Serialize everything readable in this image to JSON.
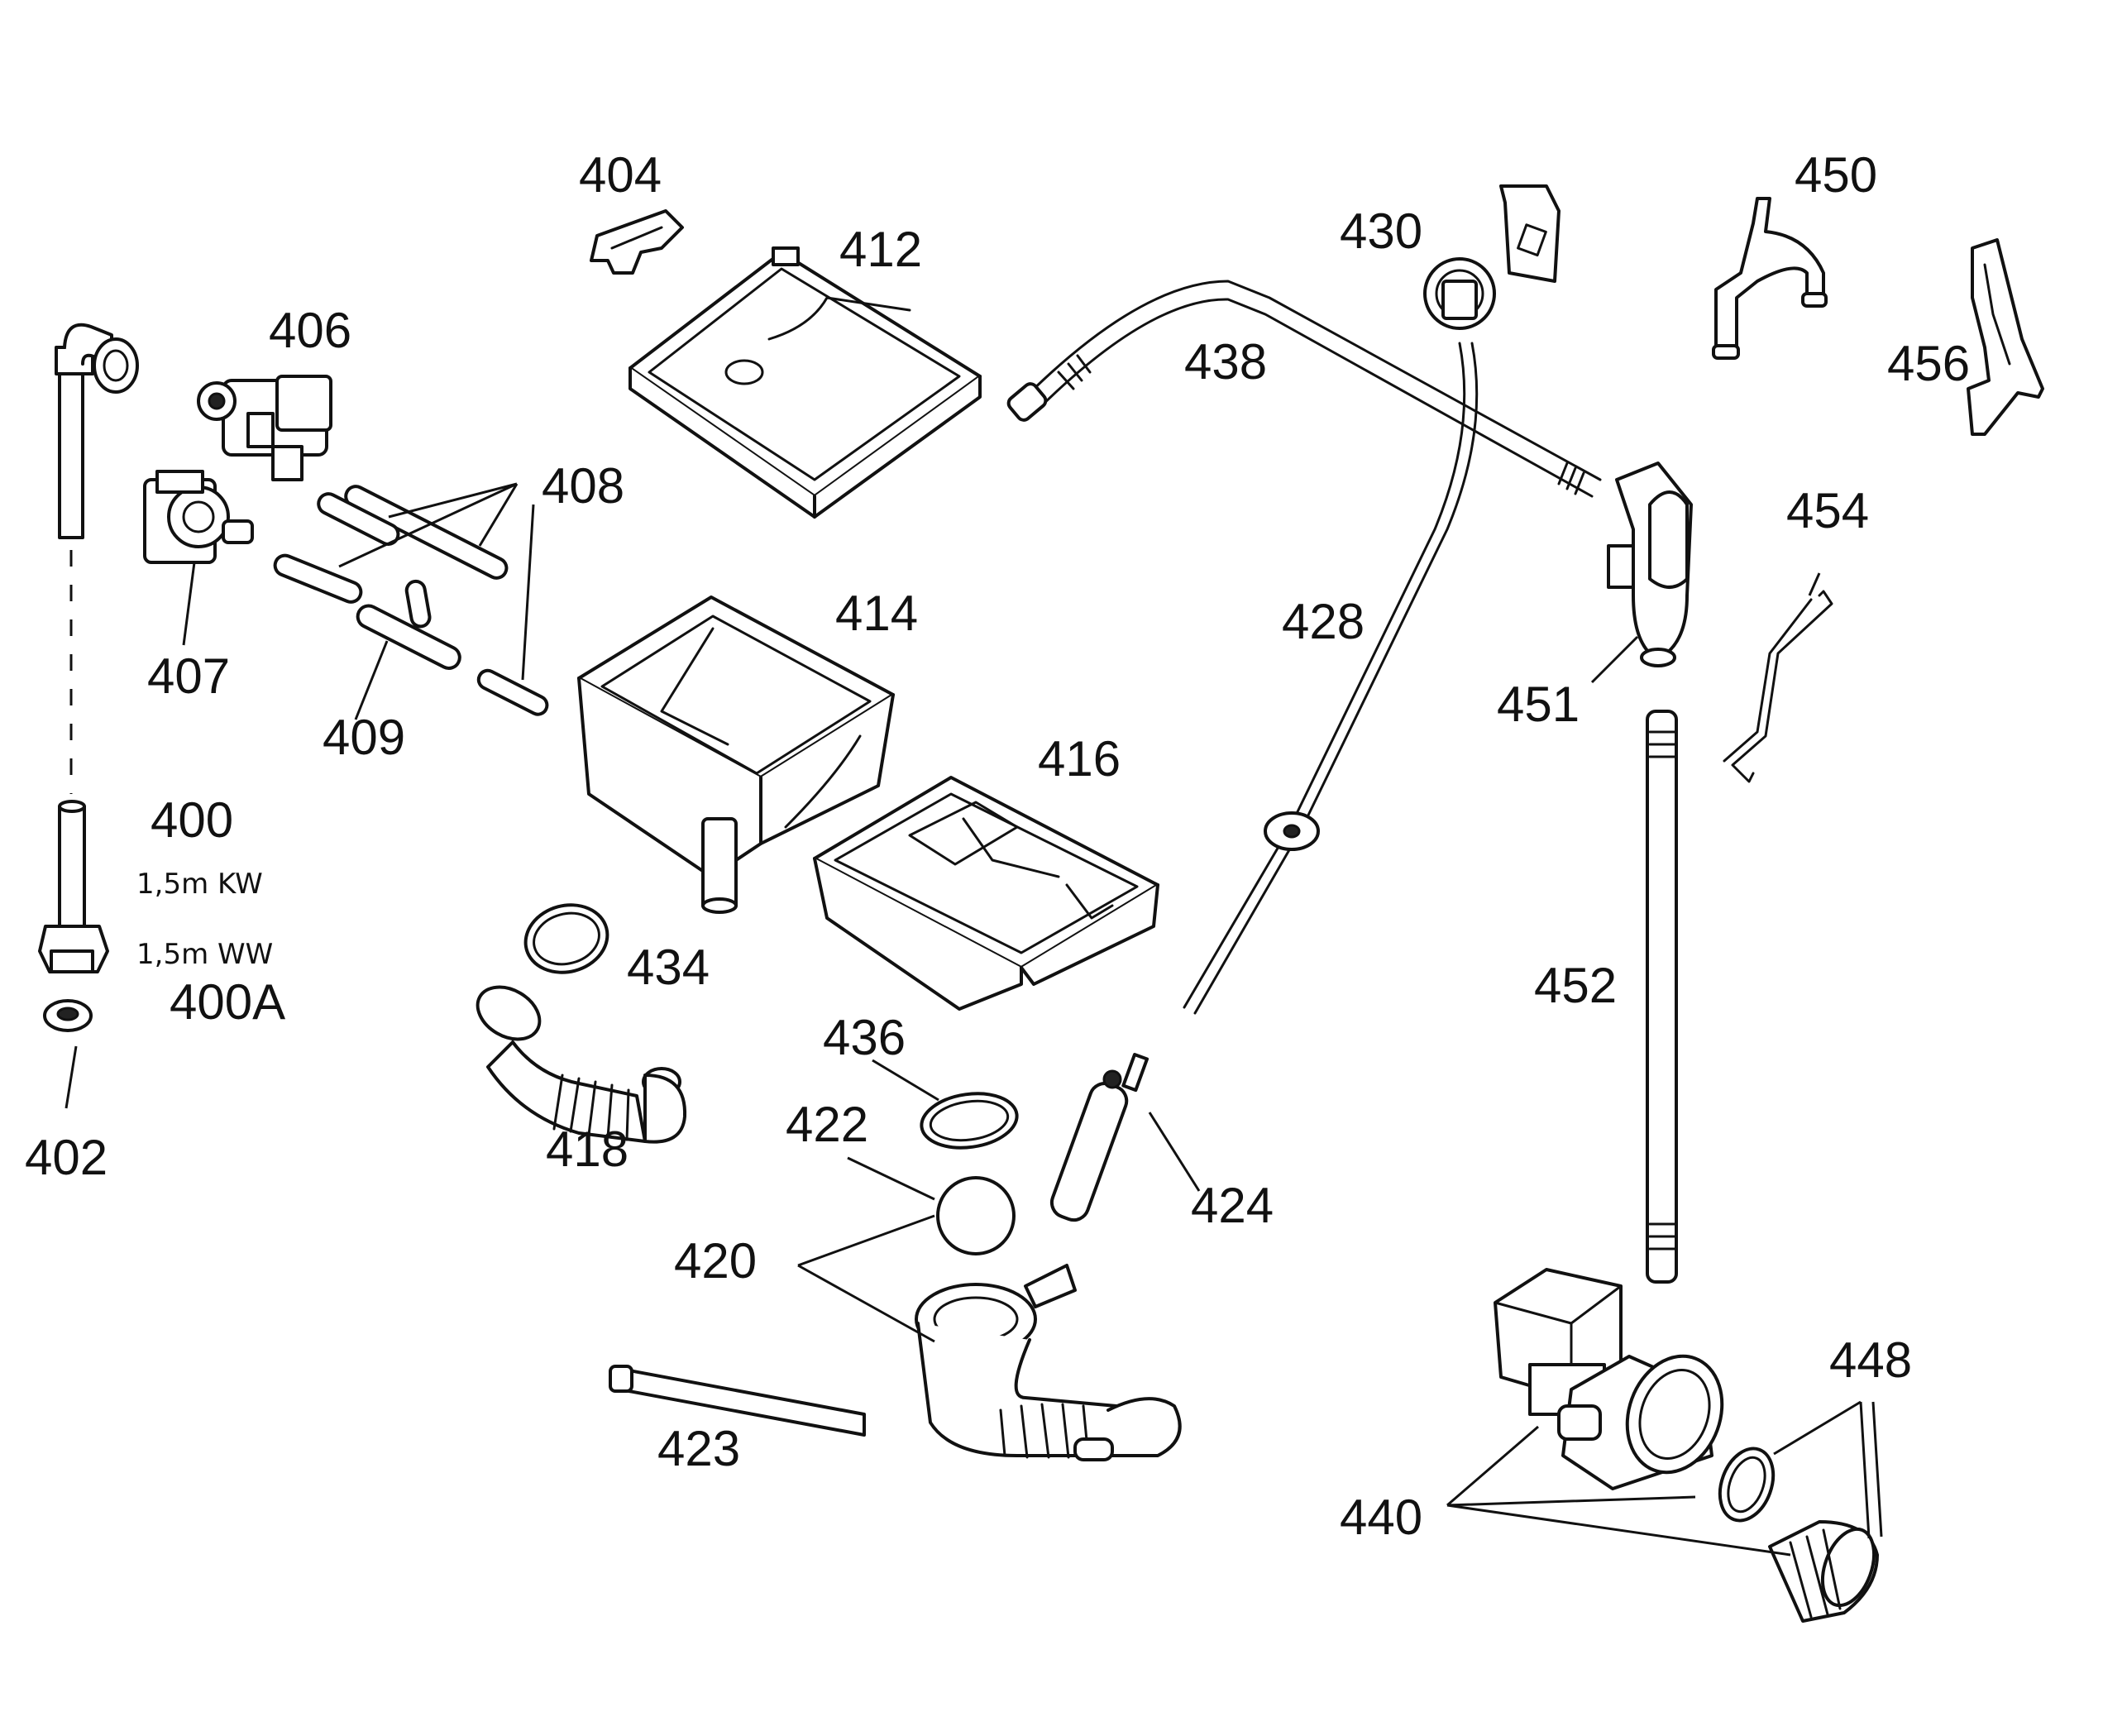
{
  "colors": {
    "ink": "#111111",
    "background": "#ffffff"
  },
  "callouts": {
    "c400": "400",
    "c400A": "400A",
    "c402": "402",
    "c404": "404",
    "c406": "406",
    "c407": "407",
    "c408": "408",
    "c409": "409",
    "c412": "412",
    "c414": "414",
    "c416": "416",
    "c418": "418",
    "c420": "420",
    "c422": "422",
    "c423": "423",
    "c424": "424",
    "c428": "428",
    "c430": "430",
    "c434": "434",
    "c436": "436",
    "c438": "438",
    "c440": "440",
    "c448": "448",
    "c450": "450",
    "c451": "451",
    "c452": "452",
    "c454": "454",
    "c456": "456"
  },
  "notes": {
    "kw": "1,5m KW",
    "ww": "1,5m WW"
  }
}
